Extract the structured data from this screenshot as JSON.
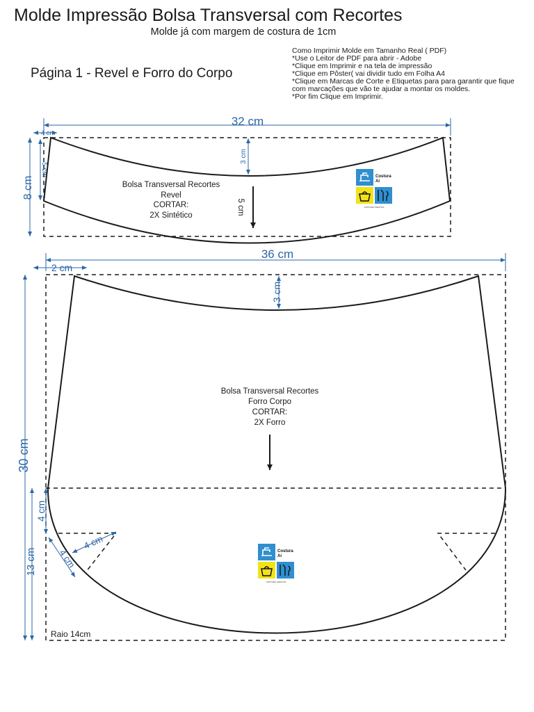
{
  "header": {
    "title": "Molde Impressão Bolsa Transversal com Recortes",
    "subtitle": "Molde já com margem de costura de 1cm",
    "page_label": "Página 1 - Revel e Forro do Corpo"
  },
  "instructions": [
    "Como Imprimir Molde em Tamanho Real ( PDF)",
    "*Use o Leitor de PDF para abrir - Adobe",
    "*Clique em Imprimir e na tela de impressão",
    "*Clique em Pôster( vai dividir tudo em Folha A4",
    "*Clique em Marcas de Corte e Etiquetas para para garantir que fique com marcações que vão te ajudar a montar os moldes.",
    "*Por fim Clique em Imprimir."
  ],
  "revel_piece": {
    "width_label": "32 cm",
    "height_label": "8 cm",
    "inset_label": "4 cm",
    "side_label": "5 cm",
    "curve_label": "3 cm",
    "grain_label": "5 cm",
    "text": [
      "Bolsa Transversal Recortes",
      "Revel",
      "CORTAR:",
      "2X Sintético"
    ]
  },
  "forro_piece": {
    "width_label": "36 cm",
    "height_label": "30 cm",
    "inset_label": "2 cm",
    "curve_label": "3 cm",
    "corner_side_label": "4 cm",
    "lower_height_label": "13 cm",
    "dart_label_a": "4 cm",
    "dart_label_b": "4 cm",
    "radius_label": "Raio 14cm",
    "text": [
      "Bolsa Transversal Recortes",
      "Forro Corpo",
      "CORTAR:",
      "2X Forro"
    ]
  },
  "logo": {
    "brand_line1": "Costura",
    "brand_line2": "Aí",
    "tagline": "COSTURA CRIATIVA",
    "colors": {
      "blue": "#2f8fd0",
      "yellow": "#f2e219"
    }
  },
  "colors": {
    "dimension": "#2b66a6",
    "line": "#1a1a1a"
  }
}
